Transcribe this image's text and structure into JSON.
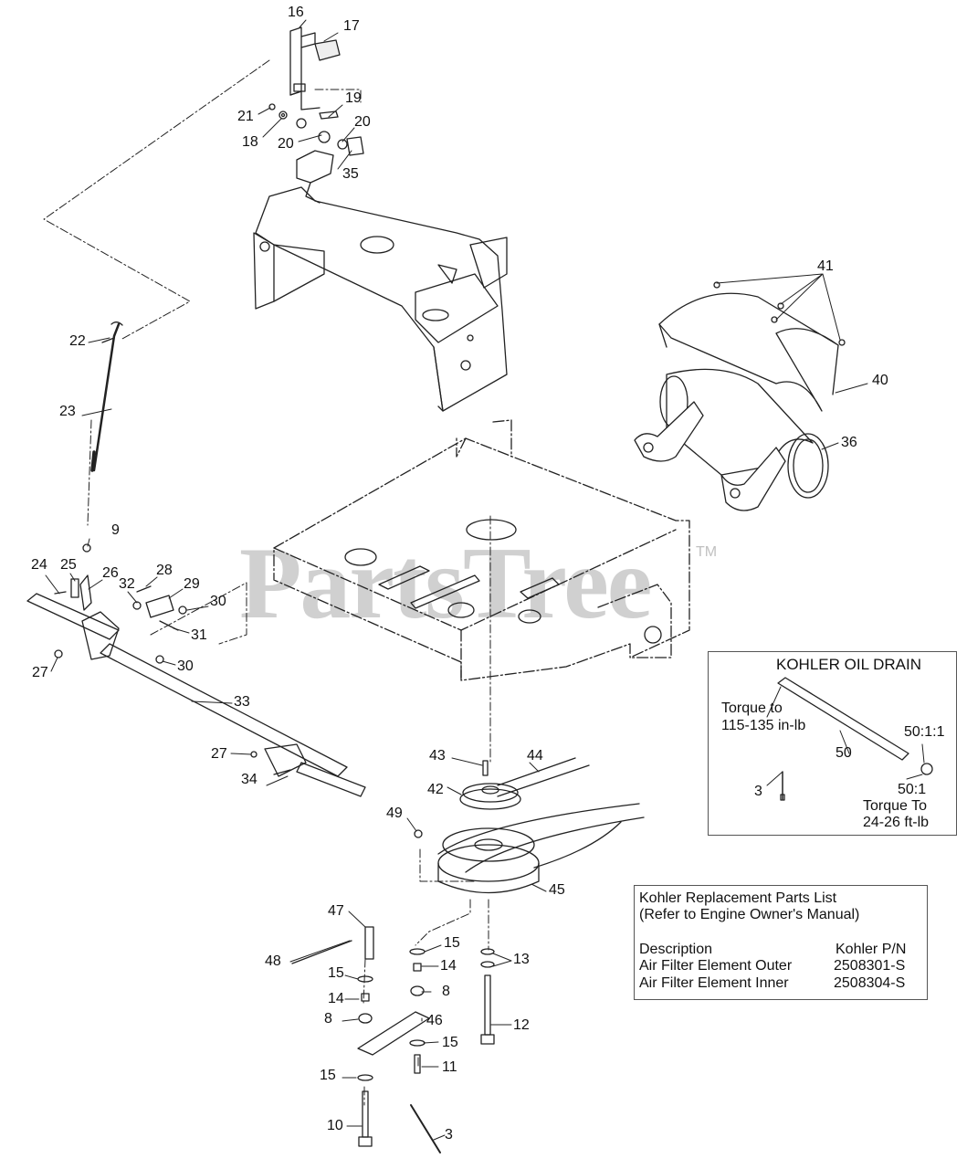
{
  "watermark": {
    "text": "PartsTree",
    "tm": "TM"
  },
  "callouts": [
    {
      "id": "c16",
      "text": "16"
    },
    {
      "id": "c17",
      "text": "17"
    },
    {
      "id": "c19",
      "text": "19"
    },
    {
      "id": "c21",
      "text": "21"
    },
    {
      "id": "c18",
      "text": "18"
    },
    {
      "id": "c20a",
      "text": "20"
    },
    {
      "id": "c20b",
      "text": "20"
    },
    {
      "id": "c35",
      "text": "35"
    },
    {
      "id": "c41",
      "text": "41"
    },
    {
      "id": "c40",
      "text": "40"
    },
    {
      "id": "c36",
      "text": "36"
    },
    {
      "id": "c22",
      "text": "22"
    },
    {
      "id": "c23",
      "text": "23"
    },
    {
      "id": "c9",
      "text": "9"
    },
    {
      "id": "c24",
      "text": "24"
    },
    {
      "id": "c25",
      "text": "25"
    },
    {
      "id": "c26",
      "text": "26"
    },
    {
      "id": "c28",
      "text": "28"
    },
    {
      "id": "c32",
      "text": "32"
    },
    {
      "id": "c29",
      "text": "29"
    },
    {
      "id": "c30a",
      "text": "30"
    },
    {
      "id": "c31",
      "text": "31"
    },
    {
      "id": "c27a",
      "text": "27"
    },
    {
      "id": "c30b",
      "text": "30"
    },
    {
      "id": "c33",
      "text": "33"
    },
    {
      "id": "c27b",
      "text": "27"
    },
    {
      "id": "c34",
      "text": "34"
    },
    {
      "id": "c43",
      "text": "43"
    },
    {
      "id": "c44",
      "text": "44"
    },
    {
      "id": "c42",
      "text": "42"
    },
    {
      "id": "c49",
      "text": "49"
    },
    {
      "id": "c45",
      "text": "45"
    },
    {
      "id": "c47",
      "text": "47"
    },
    {
      "id": "c48",
      "text": "48"
    },
    {
      "id": "c15a",
      "text": "15"
    },
    {
      "id": "c14a",
      "text": "14"
    },
    {
      "id": "c15b",
      "text": "15"
    },
    {
      "id": "c14b",
      "text": "14"
    },
    {
      "id": "c8a",
      "text": "8"
    },
    {
      "id": "c8b",
      "text": "8"
    },
    {
      "id": "c46",
      "text": "46"
    },
    {
      "id": "c15c",
      "text": "15"
    },
    {
      "id": "c15d",
      "text": "15"
    },
    {
      "id": "c11",
      "text": "11"
    },
    {
      "id": "c13",
      "text": "13"
    },
    {
      "id": "c12",
      "text": "12"
    },
    {
      "id": "c10",
      "text": "10"
    },
    {
      "id": "c3a",
      "text": "3"
    }
  ],
  "oil_drain": {
    "title": "KOHLER OIL DRAIN",
    "torque_line1": "Torque to",
    "torque_line2": "115-135 in-lb",
    "part_50": "50",
    "part_50_1_1": "50:1:1",
    "part_3": "3",
    "part_50_1": "50:1",
    "torque2_line1": "Torque To",
    "torque2_line2": "24-26 ft-lb"
  },
  "parts_list": {
    "title_line1": "Kohler Replacement Parts List",
    "title_line2": "(Refer to Engine Owner's Manual)",
    "col_desc": "Description",
    "col_pn": "Kohler P/N",
    "rows": [
      {
        "desc": "Air Filter Element Outer",
        "pn": "2508301-S"
      },
      {
        "desc": "Air Filter Element Inner",
        "pn": "2508304-S"
      }
    ]
  }
}
